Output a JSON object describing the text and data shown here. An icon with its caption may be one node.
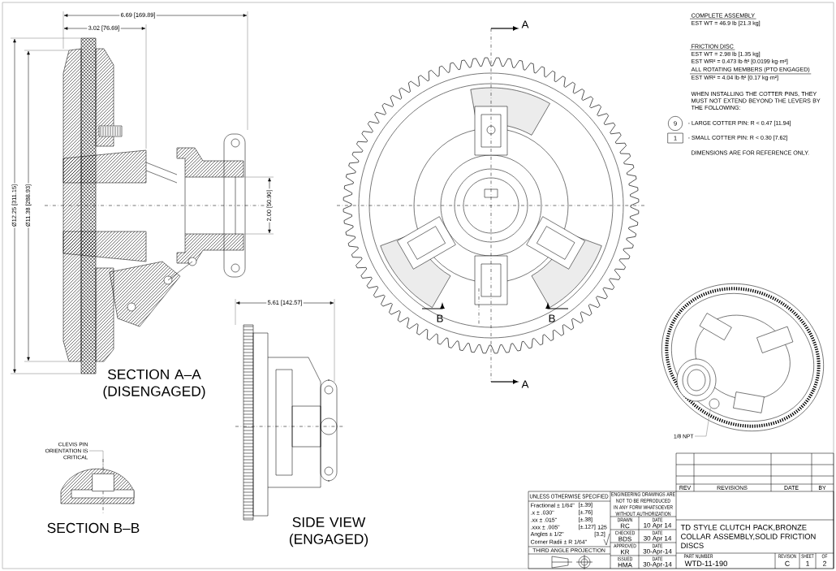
{
  "diagram": {
    "nodes": [
      {
        "text": [
          "9"
        ]
      },
      {
        "text": [
          "1"
        ]
      },
      {
        "text": [
          "CLEVIS PIN ORIENTATION IS CRITICAL"
        ]
      },
      {
        "text": [],
        "shape": "box"
      },
      {
        "text": [
          "1/8 NPT"
        ]
      },
      {
        "text": [],
        "shape": "circle"
      }
    ],
    "edges": [
      {
        "from": 2,
        "to": 3,
        "arrow": "none"
      },
      {
        "from": 4,
        "to": 5,
        "arrow": "none"
      }
    ],
    "labels": [
      "6.69 [169.89]",
      "3.02 [76.69]",
      "Ø12.25 [311.15]",
      "Ø11.38 [288.93]",
      "2.00 [50.90]",
      "A",
      "COMPLETE ASSEMBLY",
      "EST WT = 46.9 lb [21.3 kg]",
      "FRICTION DISC",
      "EST WT = 2.98 lb [1.35 kg]",
      "EST WR² = 0.473 lb·ft² [0.0199 kg·m²]",
      "ALL ROTATING MEMBERS (PTO ENGAGED)",
      "EST WR² = 4.04 lb·ft² [0.17 kg·m²]",
      "WHEN INSTALLING THE COTTER PINS, THEY MUST NOT EXTEND BEYOND THE LEVERS BY THE FOLLOWING:",
      "- LARGE COTTER PIN: R < 0.47 [11.94]",
      "- SMALL COTTER PIN: R < 0.30 [7.62]",
      "DIMENSIONS ARE FOR REFERENCE ONLY.",
      "5.61 [142.57]",
      "B",
      "B",
      "SECTION A–A (DISENGAGED)",
      "A",
      "SIDE VIEW (ENGAGED)",
      "SECTION B–B",
      "REV",
      "REVISIONS",
      "DATE",
      "BY",
      "UNLESS OTHERWISE SPECIFIED",
      "ENGINEERING DRAWINGS ARE NOT TO BE REPRODUCED IN ANY FORM WHATSOEVER WITHOUT AUTHORIZATION",
      "Fractional ± 1/64\"",
      "[±.39]",
      ".x ± .030\"",
      "[±.76]",
      ".xx ± .015\"",
      "[±.38]",
      ".xxx ± .005\"",
      "[±.127]",
      "125",
      "Angles ± 1/2\"",
      "[3.2]",
      "Corner Radii ± R 1/64\"",
      "THIRD ANGLE PROJECTION",
      "DRAWN",
      "DATE",
      "RC",
      "10 Apr 14",
      "CHECKED",
      "DATE",
      "BDS",
      "30 Apr 14",
      "APPROVED",
      "DATE",
      "KR",
      "30-Apr-14",
      "ISSUED",
      "DATE",
      "HMA",
      "30-Apr-14",
      "TD STYLE CLUTCH PACK,BRONZE COLLAR ASSEMBLY,SOLID FRICTION DISCS",
      "PART NUMBER",
      "WTD-11-190",
      "REVISION",
      "C",
      "SHEET",
      "1",
      "OF",
      "2"
    ]
  }
}
